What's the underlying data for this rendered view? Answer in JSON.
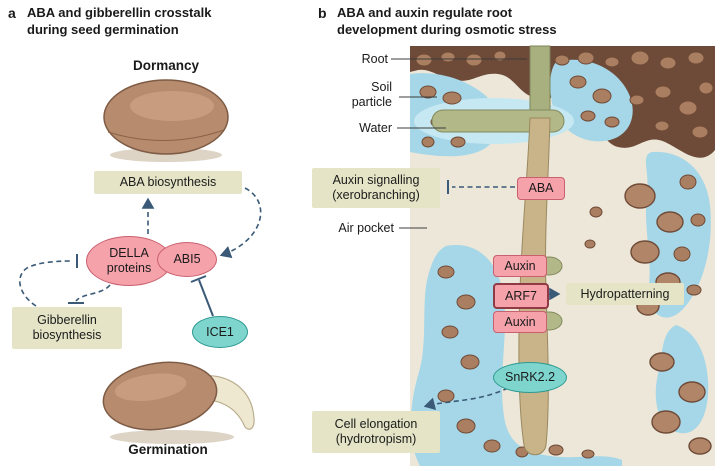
{
  "panel_a": {
    "label": "a",
    "title": "ABA and gibberellin crosstalk during seed germination",
    "dormancy": "Dormancy",
    "aba_biosynthesis": "ABA biosynthesis",
    "della": "DELLA proteins",
    "abi5": "ABI5",
    "gibberellin_biosynthesis": "Gibberellin biosynthesis",
    "ice1": "ICE1",
    "germination": "Germination"
  },
  "panel_b": {
    "label": "b",
    "title": "ABA and auxin regulate root development during osmotic stress",
    "root": "Root",
    "soil_particle": "Soil particle",
    "water": "Water",
    "air_pocket": "Air pocket",
    "auxin_signalling": "Auxin signalling (xerobranching)",
    "aba": "ABA",
    "auxin_top": "Auxin",
    "arf7": "ARF7",
    "hydropatterning": "Hydropatterning",
    "auxin_bottom": "Auxin",
    "snrk": "SnRK2.2",
    "cell_elongation": "Cell elongation (hydrotropism)"
  },
  "colors": {
    "pink_node": "#f5a2ab",
    "pink_border": "#c9606f",
    "arf7_border": "#8f3a45",
    "teal_node": "#7ed5ce",
    "teal_border": "#2d9a92",
    "beige_box": "#e5e4c6",
    "arrow_blue": "#3a5a78",
    "water_blue": "#a6d7e8",
    "water_light": "#c6e8f2",
    "soil_particle": "#aa7e60",
    "soil_dark": "#6e4a38",
    "root_olive": "#a9b07f",
    "root_tan": "#c9b388",
    "seed_brown": "#b68b6e",
    "radicle_cream": "#efe8d0"
  }
}
